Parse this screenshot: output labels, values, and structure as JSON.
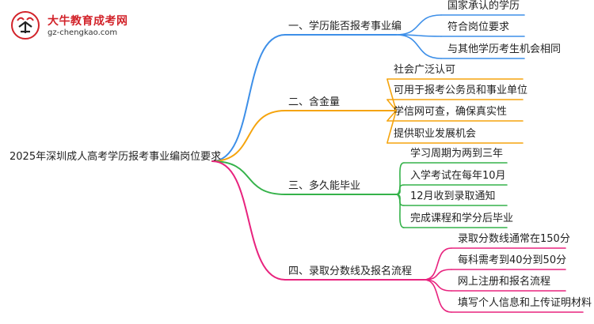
{
  "logo": {
    "brand": "大牛教育成考网",
    "url": "gz-chengkao.com"
  },
  "root": {
    "text": "2025年深圳成人高考学历报考事业编岗位要求"
  },
  "branches": [
    {
      "label": "一、学历能否报考事业编",
      "color": "#3d8fe8",
      "leaves": [
        "国家承认的学历",
        "符合岗位要求",
        "与其他学历考生机会相同"
      ]
    },
    {
      "label": "二、含金量",
      "color": "#f5a40d",
      "leaves": [
        "社会广泛认可",
        "可用于报考公务员和事业单位",
        "学信网可查，确保真实性",
        "提供职业发展机会"
      ]
    },
    {
      "label": "三、多久能毕业",
      "color": "#35b24a",
      "leaves": [
        "学习周期为两到三年",
        "入学考试在每年10月",
        "12月收到录取通知",
        "完成课程和学分后毕业"
      ]
    },
    {
      "label": "四、录取分数线及报名流程",
      "color": "#e8237e",
      "leaves": [
        "录取分数线通常在150分",
        "每科需考到40分到50分",
        "网上注册和报名流程",
        "填写个人信息和上传证明材料"
      ]
    }
  ]
}
